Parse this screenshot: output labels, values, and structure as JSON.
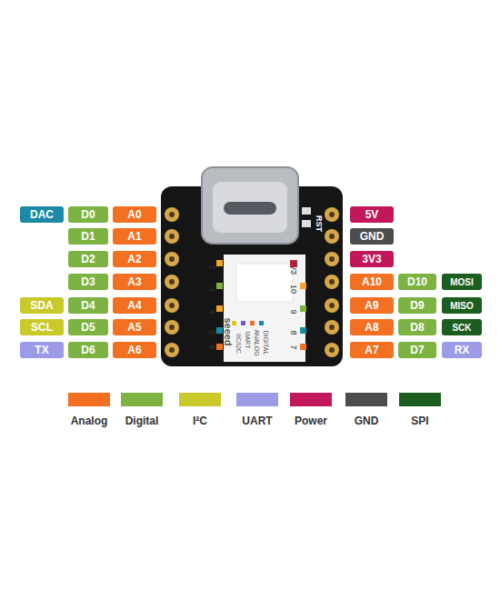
{
  "diagram": {
    "nodes": [
      {
        "text": [
          "DAC"
        ]
      },
      {
        "text": [
          "D0"
        ]
      },
      {
        "text": [
          "A0"
        ]
      },
      {
        "text": [
          "5V"
        ]
      },
      {
        "text": [
          "D1"
        ]
      },
      {
        "text": [
          "A1"
        ]
      },
      {
        "text": [
          "GND"
        ]
      },
      {
        "text": [
          "D2"
        ]
      },
      {
        "text": [
          "A2"
        ]
      },
      {
        "text": [
          "3V3"
        ]
      },
      {
        "text": [
          "D3"
        ]
      },
      {
        "text": [
          "A3"
        ]
      },
      {
        "text": [
          "A10"
        ]
      },
      {
        "text": [
          "D10"
        ]
      },
      {
        "text": [
          "MOSI"
        ]
      },
      {
        "text": [
          "SDA"
        ]
      },
      {
        "text": [
          "D4"
        ]
      },
      {
        "text": [
          "A4"
        ]
      },
      {
        "text": [
          "A9"
        ]
      },
      {
        "text": [
          "D9"
        ]
      },
      {
        "text": [
          "MISO"
        ]
      },
      {
        "text": [
          "SCL"
        ]
      },
      {
        "text": [
          "D5"
        ]
      },
      {
        "text": [
          "A5"
        ]
      },
      {
        "text": [
          "A8"
        ]
      },
      {
        "text": [
          "D8"
        ]
      },
      {
        "text": [
          "SCK"
        ]
      },
      {
        "text": [
          "TX"
        ]
      },
      {
        "text": [
          "D6"
        ]
      },
      {
        "text": [
          "A6"
        ]
      },
      {
        "text": [
          "A7"
        ]
      },
      {
        "text": [
          "D7"
        ]
      },
      {
        "text": [
          "RX"
        ]
      }
    ],
    "labels": [
      "RST",
      "2",
      "3",
      "4",
      "5",
      "6",
      "3V3",
      "10",
      "9",
      "8",
      "7",
      "seeed",
      "IIC/I2C",
      "UART",
      "ANALOG",
      "DIGITAL"
    ],
    "legend": [
      {
        "text": "Analog",
        "color": "#f36f21"
      },
      {
        "text": "Digital",
        "color": "#7cb342"
      },
      {
        "text": "I²C",
        "color": "#c9c92a"
      },
      {
        "text": "UART",
        "color": "#9b9be8"
      },
      {
        "text": "Power",
        "color": "#c2185b"
      },
      {
        "text": "GND",
        "color": "#4d4d4d"
      },
      {
        "text": "SPI",
        "color": "#1b5e20"
      }
    ]
  }
}
